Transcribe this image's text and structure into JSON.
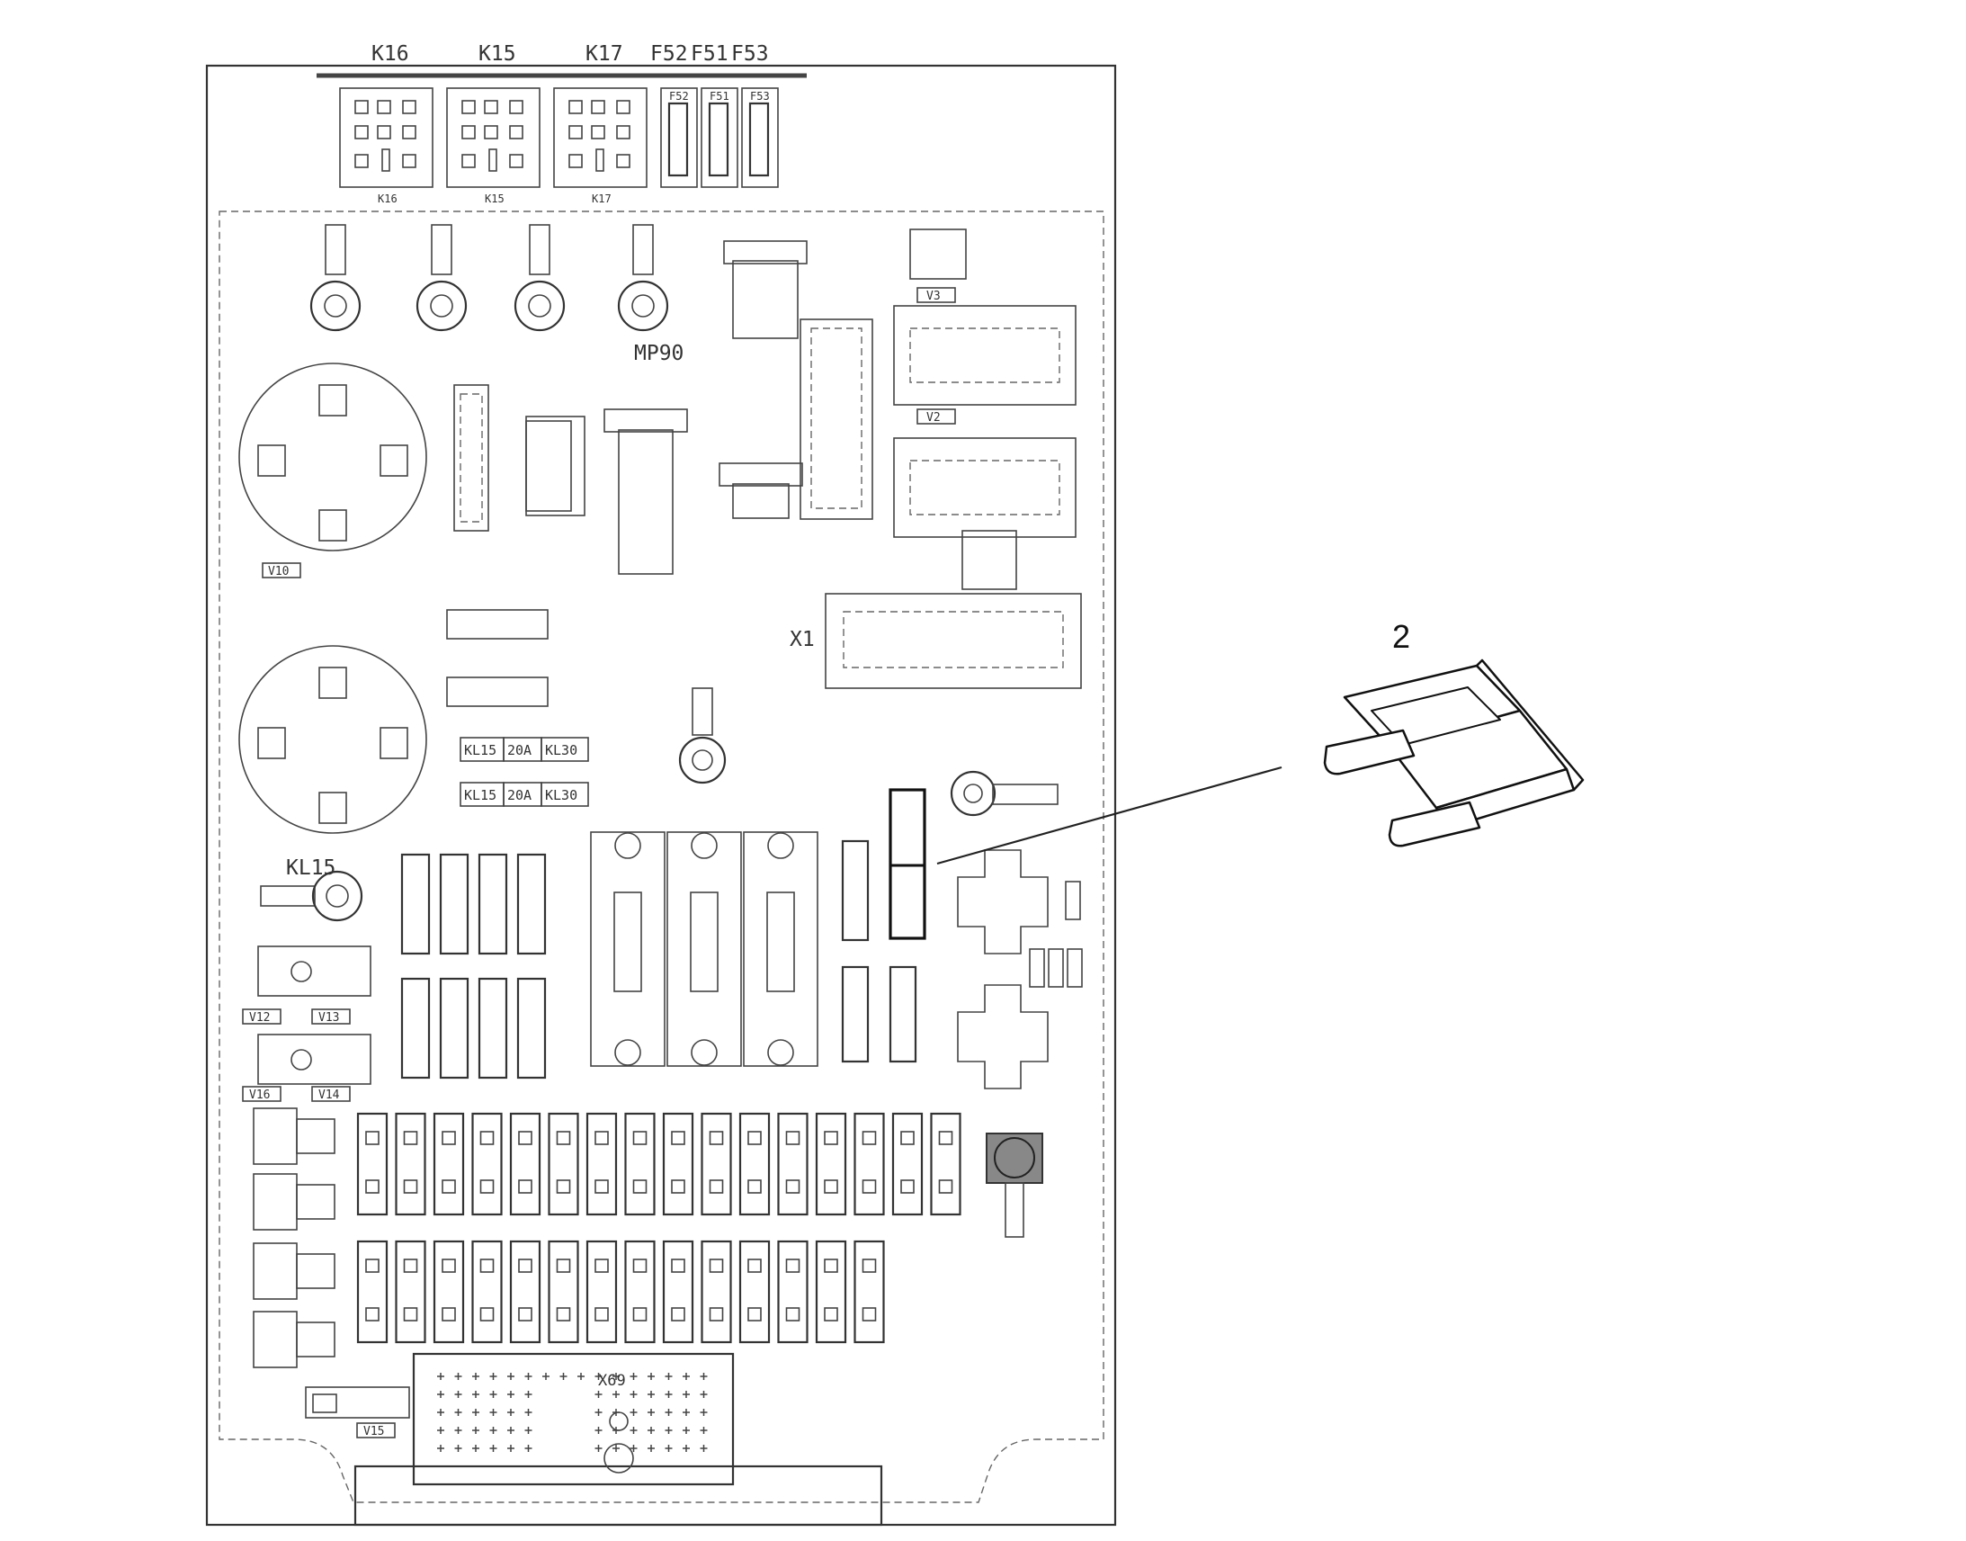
{
  "diagram": {
    "top_component_labels": [
      "K16",
      "K15",
      "K17",
      "F52",
      "F51",
      "F53"
    ],
    "relay_sub_labels": [
      "K16",
      "K15",
      "K17"
    ],
    "fuse_slot_labels": [
      "F52",
      "F51",
      "F53"
    ],
    "board_labels": {
      "mp90": "MP90",
      "x1": "X1",
      "kl15_terminal": "KL15",
      "x69": "X69"
    },
    "fuse_strips": [
      [
        "KL15",
        "20A",
        "KL30"
      ],
      [
        "KL15",
        "20A",
        "KL30"
      ]
    ],
    "component_codes": [
      "V3",
      "V2",
      "V10",
      "V12",
      "V13",
      "V16",
      "V14",
      "V15"
    ],
    "callout": {
      "number": "2"
    }
  }
}
